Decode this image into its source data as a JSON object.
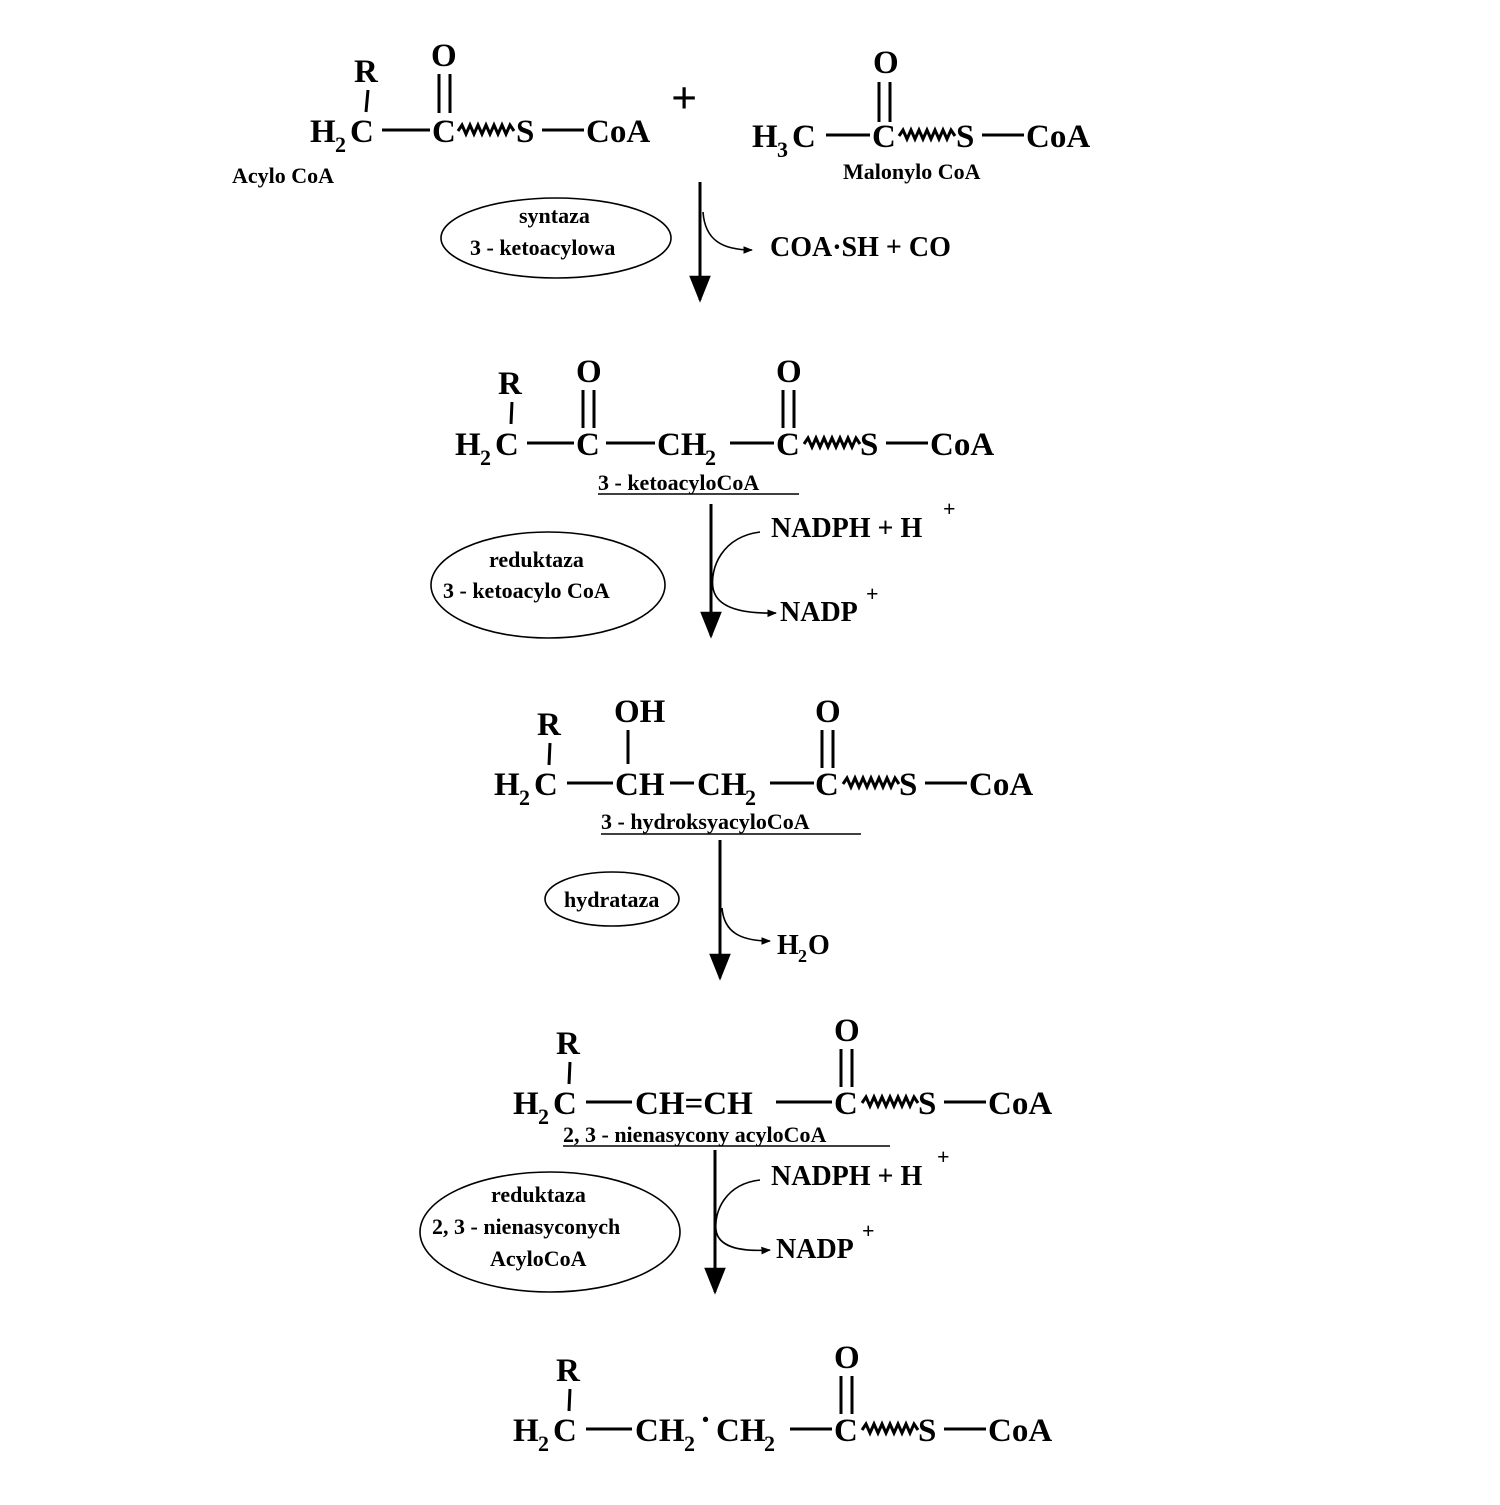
{
  "reactants": {
    "acyl": {
      "r": "R",
      "o": "O",
      "h": "H",
      "h_sub": "2",
      "c1": "C",
      "c2": "C",
      "s": "S",
      "coa": "CoA",
      "label": "Acylo CoA"
    },
    "plus": "+",
    "malonyl": {
      "o": "O",
      "h": "H",
      "h_sub": "3",
      "c1": "C",
      "c2": "C",
      "s": "S",
      "coa": "CoA",
      "label": "Malonylo CoA"
    }
  },
  "step1": {
    "enzyme_line1": "syntaza",
    "enzyme_line2": "3 - ketoacylowa",
    "byproduct": "COA·SH + CO"
  },
  "ketoacyl": {
    "r": "R",
    "o1": "O",
    "o2": "O",
    "h": "H",
    "h_sub": "2",
    "c1": "C",
    "c2": "C",
    "ch2": "CH",
    "ch2_sub": "2",
    "c3": "C",
    "s": "S",
    "coa": "CoA",
    "label": "3 - ketoacyloCoA"
  },
  "step2": {
    "enzyme_line1": "reduktaza",
    "enzyme_line2": "3 - ketoacylo CoA",
    "cofactor_in": "NADPH + H",
    "cofactor_in_sup": "+",
    "cofactor_out": "NADP",
    "cofactor_out_sup": "+"
  },
  "hydroxyacyl": {
    "r": "R",
    "oh": "OH",
    "o": "O",
    "h": "H",
    "h_sub": "2",
    "c1": "C",
    "ch": "CH",
    "ch2": "CH",
    "ch2_sub": "2",
    "c3": "C",
    "s": "S",
    "coa": "CoA",
    "label": "3 - hydroksyacyloCoA"
  },
  "step3": {
    "enzyme": "hydrataza",
    "water_h": "H",
    "water_sub": "2",
    "water_o": "O"
  },
  "enoyl": {
    "r": "R",
    "o": "O",
    "h": "H",
    "h_sub": "2",
    "c1": "C",
    "chdb": "CH=CH",
    "c3": "C",
    "s": "S",
    "coa": "CoA",
    "label": "2, 3 - nienasycony acyloCoA"
  },
  "step4": {
    "enzyme_line1": "reduktaza",
    "enzyme_line2": "2, 3 - nienasyconych",
    "enzyme_line3": "AcyloCoA",
    "cofactor_in": "NADPH + H",
    "cofactor_in_sup": "+",
    "cofactor_out": "NADP",
    "cofactor_out_sup": "+"
  },
  "product": {
    "r": "R",
    "o": "O",
    "h": "H",
    "h_sub": "2",
    "c1": "C",
    "ch2a": "CH",
    "ch2a_sub": "2",
    "dot": "·",
    "ch2b": "CH",
    "ch2b_sub": "2",
    "c3": "C",
    "s": "S",
    "coa": "CoA"
  }
}
